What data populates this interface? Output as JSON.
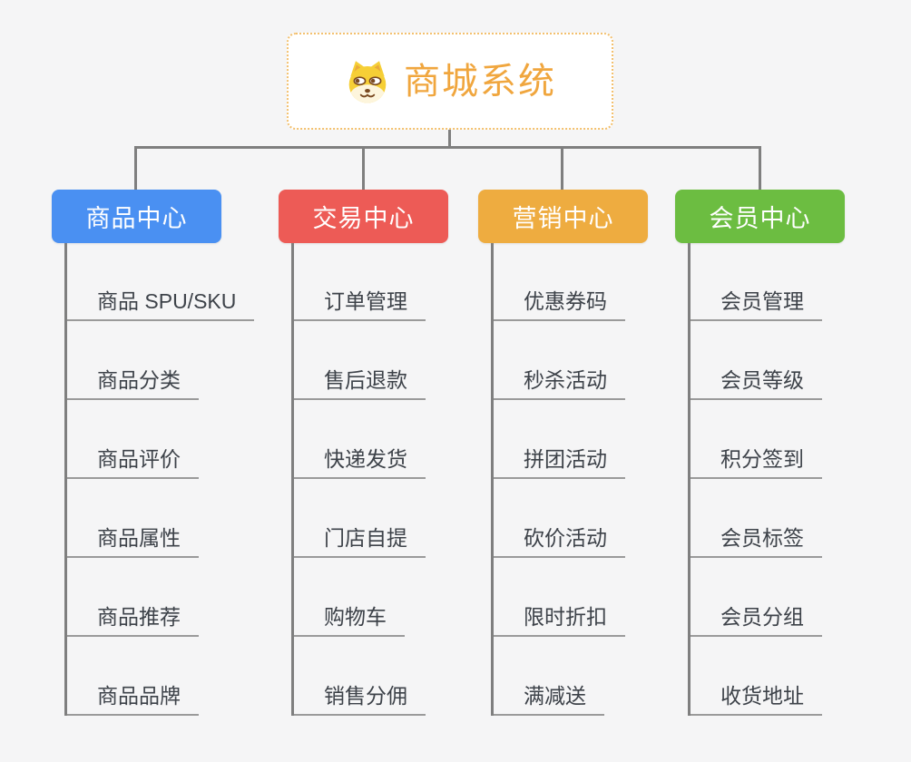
{
  "canvas": {
    "background_color": "#f5f5f6",
    "connector_color": "#7f7f7f",
    "leaf_underline_color": "#9a9a9a",
    "leaf_text_color": "#3d4249"
  },
  "root": {
    "title": "商城系统",
    "icon": "shiba-dog-icon",
    "title_color": "#f0a63e",
    "border_color": "#f3c06e"
  },
  "branches": [
    {
      "id": "product-center",
      "label": "商品中心",
      "color": "#4a90f2",
      "children": [
        "商品 SPU/SKU",
        "商品分类",
        "商品评价",
        "商品属性",
        "商品推荐",
        "商品品牌"
      ]
    },
    {
      "id": "trade-center",
      "label": "交易中心",
      "color": "#ed5b56",
      "children": [
        "订单管理",
        "售后退款",
        "快递发货",
        "门店自提",
        "购物车",
        "销售分佣"
      ]
    },
    {
      "id": "marketing-center",
      "label": "营销中心",
      "color": "#eeac40",
      "children": [
        "优惠券码",
        "秒杀活动",
        "拼团活动",
        "砍价活动",
        "限时折扣",
        "满减送"
      ]
    },
    {
      "id": "member-center",
      "label": "会员中心",
      "color": "#6cbd41",
      "children": [
        "会员管理",
        "会员等级",
        "积分签到",
        "会员标签",
        "会员分组",
        "收货地址"
      ]
    }
  ]
}
